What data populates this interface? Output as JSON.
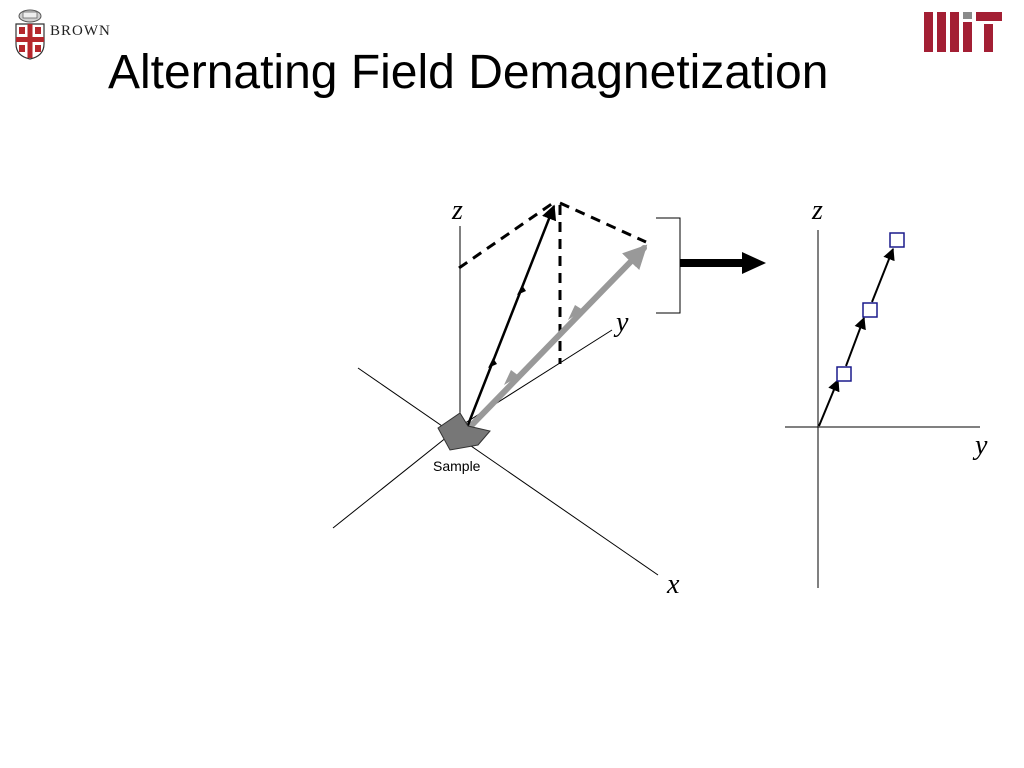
{
  "slide": {
    "title": "Alternating Field Demagnetization"
  },
  "logos": {
    "brown": {
      "wordmark": "BROWN",
      "shield_color": "#b5262c"
    },
    "mit": {
      "color": "#a31f34"
    }
  },
  "diagram": {
    "left_axes": {
      "x_label": "x",
      "y_label": "y",
      "z_label": "z",
      "sample_label": "Sample"
    },
    "right_axes": {
      "y_label": "y",
      "z_label": "z"
    },
    "colors": {
      "black_vector": "#000000",
      "gray_vector": "#999999",
      "sample_fill": "#777777",
      "marker_stroke": "#1a1a8c"
    }
  }
}
